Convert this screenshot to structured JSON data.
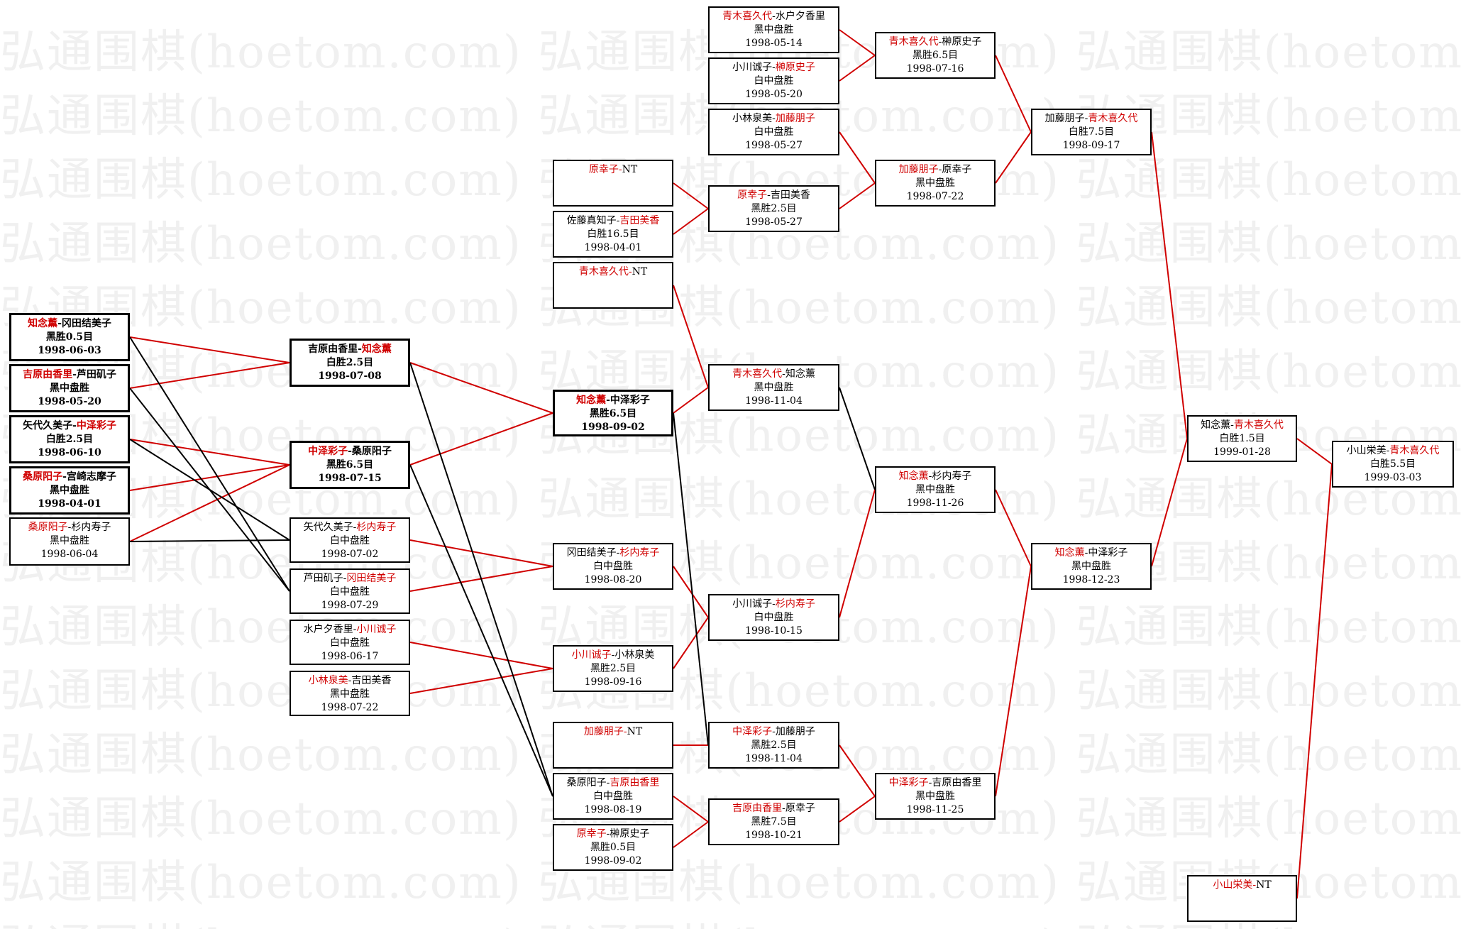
{
  "watermark": "弘通围棋(hoetom.com)",
  "colors": {
    "winner": "#d00000",
    "line_red": "#d00000",
    "line_black": "#000000"
  },
  "matches": [
    {
      "id": "r1a",
      "p1": "知念薰",
      "p2": "冈田结美子",
      "winner": 1,
      "result": "黑胜0.5目",
      "date": "1998-06-03"
    },
    {
      "id": "r1b",
      "p1": "吉原由香里",
      "p2": "芦田矶子",
      "winner": 1,
      "result": "黑中盘胜",
      "date": "1998-05-20"
    },
    {
      "id": "r1c",
      "p1": "矢代久美子",
      "p2": "中泽彩子",
      "winner": 2,
      "result": "白胜2.5目",
      "date": "1998-06-10"
    },
    {
      "id": "r1d",
      "p1": "桑原阳子",
      "p2": "宫崎志摩子",
      "winner": 1,
      "result": "黑中盘胜",
      "date": "1998-04-01"
    },
    {
      "id": "r1e",
      "p1": "桑原阳子",
      "p2": "杉内寿子",
      "winner": 1,
      "result": "黑中盘胜",
      "date": "1998-06-04"
    },
    {
      "id": "r2a",
      "p1": "吉原由香里",
      "p2": "知念薰",
      "winner": 2,
      "result": "白胜2.5目",
      "date": "1998-07-08"
    },
    {
      "id": "r2b",
      "p1": "中泽彩子",
      "p2": "桑原阳子",
      "winner": 1,
      "result": "黑胜6.5目",
      "date": "1998-07-15"
    },
    {
      "id": "r2c",
      "p1": "矢代久美子",
      "p2": "杉内寿子",
      "winner": 2,
      "result": "白中盘胜",
      "date": "1998-07-02"
    },
    {
      "id": "r2d",
      "p1": "芦田矶子",
      "p2": "冈田结美子",
      "winner": 2,
      "result": "白中盘胜",
      "date": "1998-07-29"
    },
    {
      "id": "r2e",
      "p1": "水户夕香里",
      "p2": "小川诚子",
      "winner": 2,
      "result": "白中盘胜",
      "date": "1998-06-17"
    },
    {
      "id": "r2f",
      "p1": "小林泉美",
      "p2": "吉田美香",
      "winner": 1,
      "result": "黑中盘胜",
      "date": "1998-07-22"
    },
    {
      "id": "r3a",
      "p1": "原幸子",
      "p2": "NT",
      "winner": 1,
      "result": "",
      "date": ""
    },
    {
      "id": "r3b",
      "p1": "佐藤真知子",
      "p2": "吉田美香",
      "winner": 2,
      "result": "白胜16.5目",
      "date": "1998-04-01"
    },
    {
      "id": "r3c",
      "p1": "青木喜久代",
      "p2": "NT",
      "winner": 1,
      "result": "",
      "date": ""
    },
    {
      "id": "r3d",
      "p1": "知念薰",
      "p2": "中泽彩子",
      "winner": 1,
      "result": "黑胜6.5目",
      "date": "1998-09-02"
    },
    {
      "id": "r3e",
      "p1": "冈田结美子",
      "p2": "杉内寿子",
      "winner": 2,
      "result": "白中盘胜",
      "date": "1998-08-20"
    },
    {
      "id": "r3f",
      "p1": "小川诚子",
      "p2": "小林泉美",
      "winner": 1,
      "result": "黑胜2.5目",
      "date": "1998-09-16"
    },
    {
      "id": "r3g",
      "p1": "加藤朋子",
      "p2": "NT",
      "winner": 1,
      "result": "",
      "date": ""
    },
    {
      "id": "r3h",
      "p1": "桑原阳子",
      "p2": "吉原由香里",
      "winner": 2,
      "result": "白中盘胜",
      "date": "1998-08-19"
    },
    {
      "id": "r3i",
      "p1": "原幸子",
      "p2": "榊原史子",
      "winner": 1,
      "result": "黑胜0.5目",
      "date": "1998-09-02"
    },
    {
      "id": "r4a",
      "p1": "青木喜久代",
      "p2": "水户夕香里",
      "winner": 1,
      "result": "黑中盘胜",
      "date": "1998-05-14"
    },
    {
      "id": "r4b",
      "p1": "小川诚子",
      "p2": "榊原史子",
      "winner": 2,
      "result": "白中盘胜",
      "date": "1998-05-20"
    },
    {
      "id": "r4c",
      "p1": "小林泉美",
      "p2": "加藤朋子",
      "winner": 2,
      "result": "白中盘胜",
      "date": "1998-05-27"
    },
    {
      "id": "r4d",
      "p1": "原幸子",
      "p2": "吉田美香",
      "winner": 1,
      "result": "黑胜2.5目",
      "date": "1998-05-27"
    },
    {
      "id": "r4e",
      "p1": "青木喜久代",
      "p2": "知念薰",
      "winner": 1,
      "result": "黑中盘胜",
      "date": "1998-11-04"
    },
    {
      "id": "r4f",
      "p1": "小川诚子",
      "p2": "杉内寿子",
      "winner": 2,
      "result": "白中盘胜",
      "date": "1998-10-15"
    },
    {
      "id": "r4g",
      "p1": "中泽彩子",
      "p2": "加藤朋子",
      "winner": 1,
      "result": "黑胜2.5目",
      "date": "1998-11-04"
    },
    {
      "id": "r4h",
      "p1": "吉原由香里",
      "p2": "原幸子",
      "winner": 1,
      "result": "黑胜7.5目",
      "date": "1998-10-21"
    },
    {
      "id": "r5a",
      "p1": "青木喜久代",
      "p2": "榊原史子",
      "winner": 1,
      "result": "黑胜6.5目",
      "date": "1998-07-16"
    },
    {
      "id": "r5b",
      "p1": "加藤朋子",
      "p2": "原幸子",
      "winner": 1,
      "result": "黑中盘胜",
      "date": "1998-07-22"
    },
    {
      "id": "r5c",
      "p1": "知念薰",
      "p2": "杉内寿子",
      "winner": 1,
      "result": "黑中盘胜",
      "date": "1998-11-26"
    },
    {
      "id": "r5d",
      "p1": "中泽彩子",
      "p2": "吉原由香里",
      "winner": 1,
      "result": "黑中盘胜",
      "date": "1998-11-25"
    },
    {
      "id": "r6a",
      "p1": "加藤朋子",
      "p2": "青木喜久代",
      "winner": 2,
      "result": "白胜7.5目",
      "date": "1998-09-17"
    },
    {
      "id": "r6b",
      "p1": "知念薰",
      "p2": "中泽彩子",
      "winner": 1,
      "result": "黑中盘胜",
      "date": "1998-12-23"
    },
    {
      "id": "r7a",
      "p1": "知念薰",
      "p2": "青木喜久代",
      "winner": 2,
      "result": "白胜1.5目",
      "date": "1999-01-28"
    },
    {
      "id": "r7b",
      "p1": "小山栄美",
      "p2": "NT",
      "winner": 1,
      "result": "",
      "date": ""
    },
    {
      "id": "r8a",
      "p1": "小山栄美",
      "p2": "青木喜久代",
      "winner": 2,
      "result": "白胜5.5目",
      "date": "1999-03-03"
    }
  ]
}
